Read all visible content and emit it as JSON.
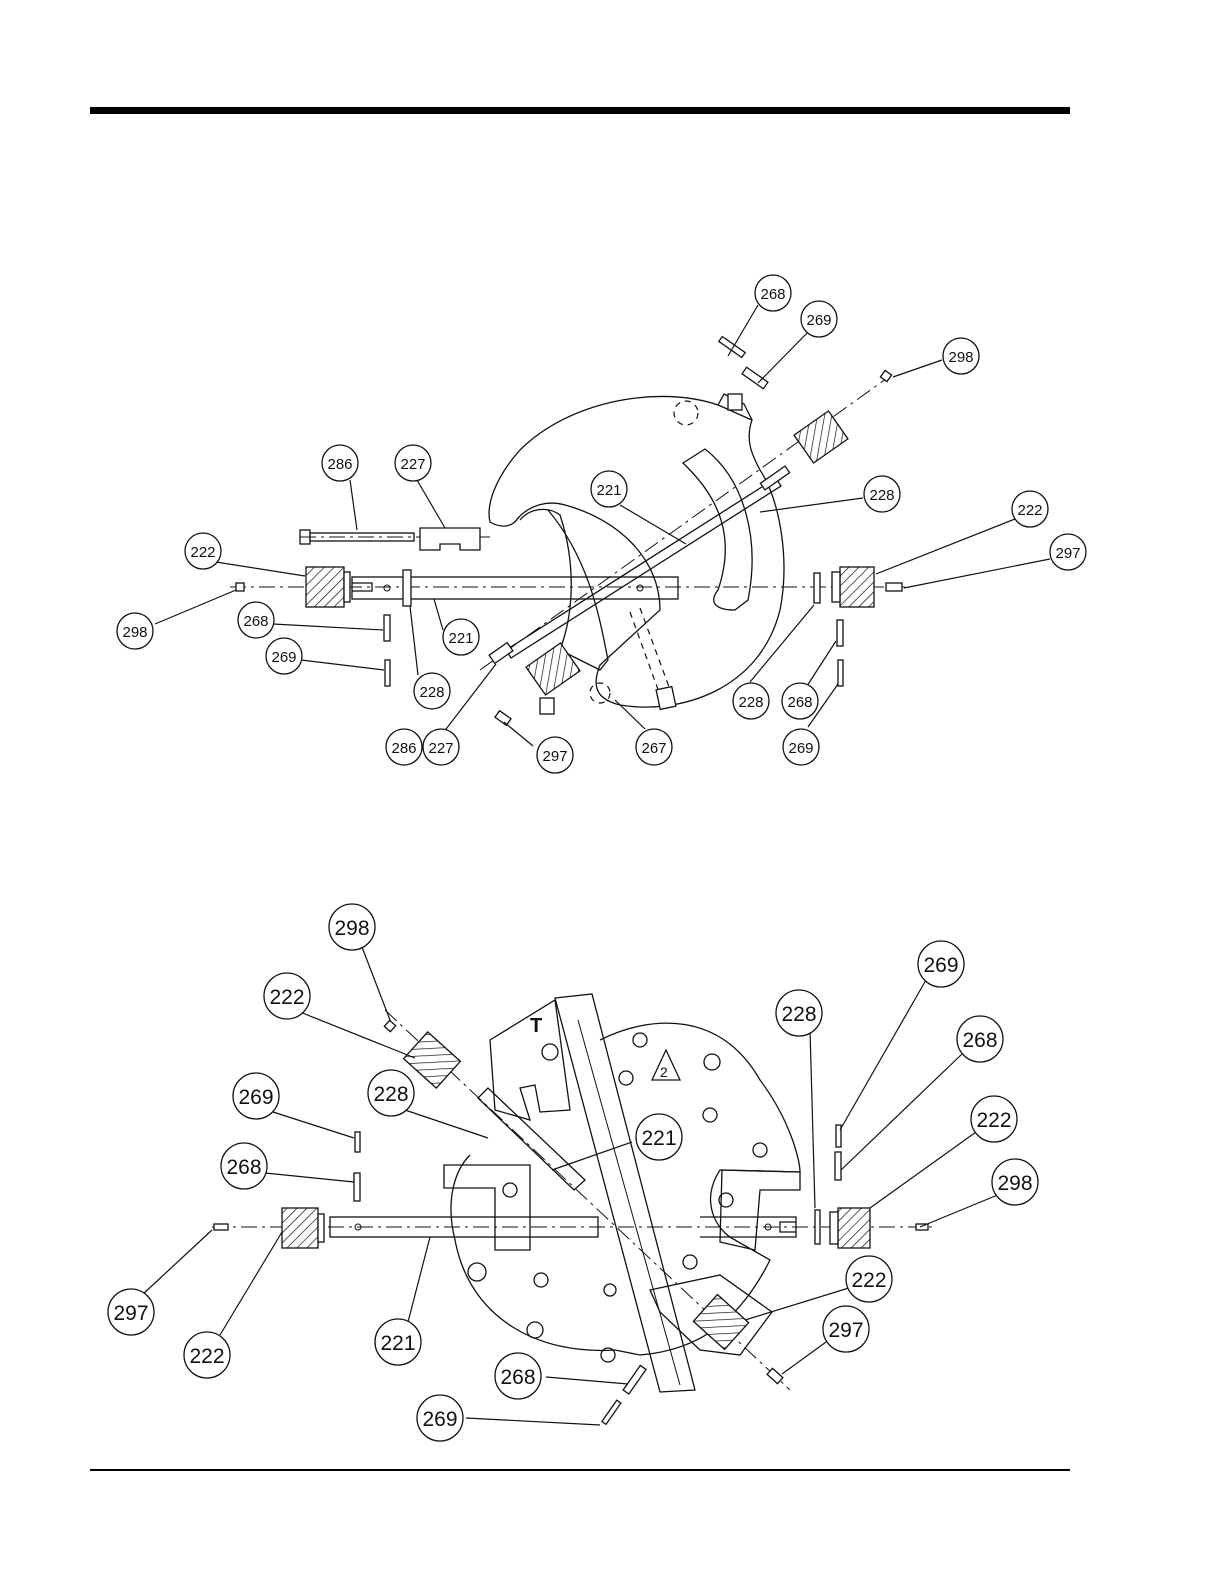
{
  "diagram_top": {
    "callouts": [
      "268",
      "269",
      "298",
      "286",
      "227",
      "221",
      "228",
      "222",
      "297",
      "222",
      "298",
      "268",
      "221",
      "269",
      "228",
      "286",
      "227",
      "297",
      "267",
      "228",
      "268",
      "269"
    ]
  },
  "diagram_bottom": {
    "callouts": [
      "298",
      "222",
      "269",
      "228",
      "268",
      "221",
      "228",
      "269",
      "268",
      "222",
      "298",
      "222",
      "297",
      "221",
      "222",
      "297",
      "268",
      "269"
    ],
    "plate_mark": "T",
    "triangle_mark": "2"
  }
}
